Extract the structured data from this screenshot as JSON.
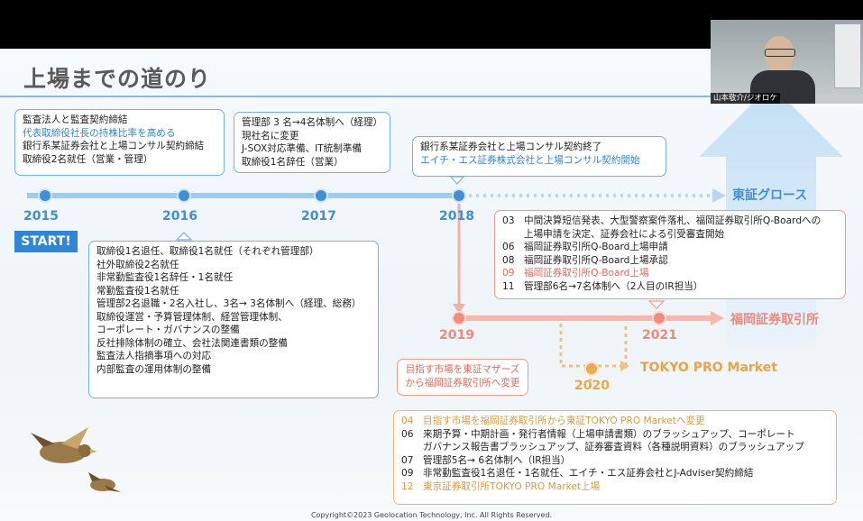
{
  "title": "上場までの道のり",
  "webcam": {
    "name_label": "山本敬介/ジオロケ"
  },
  "footer": "Copyright©2023 Geolocation Technology, Inc. All Rights Reserved.",
  "start_label": "START!",
  "years": [
    "2015",
    "2016",
    "2017",
    "2018",
    "2019",
    "2021",
    "2020"
  ],
  "destinations": {
    "tse_growth": "東証グロース",
    "fukuoka": "福岡証券取引所",
    "tokyo_pro": "TOKYO PRO Market"
  },
  "box_2015": [
    "監査法人と監査契約締結",
    "代表取締役社長の持株比率を高める",
    "銀行系某証券会社と上場コンサル契約締結",
    "取締役2名就任（営業・管理）"
  ],
  "box_2017": [
    "管理部 3 名→4名体制へ（経理）",
    "現社名に変更",
    "J-SOX対応準備、IT統制準備",
    "取締役1名辞任（営業）"
  ],
  "box_2018": [
    "銀行系某証券会社と上場コンサル契約終了",
    "エイチ・エス証券株式会社と上場コンサル契約開始"
  ],
  "box_2016": [
    "取締役1名退任、取締役1名就任（それぞれ管理部）",
    "社外取締役2名就任",
    "非常勤監査役1名辞任・1名就任",
    "常勤監査役1名就任",
    "管理部2名退職・2名入社し、3名→ 3名体制へ（経理、総務）",
    "取締役運営・予算管理体制、経営管理体制、",
    "コーポレート・ガバナンスの整備",
    "反社排除体制の確立、会社法関連書類の整備",
    "監査法人指摘事項への対応",
    "内部監査の運用体制の整備"
  ],
  "box_2021": [
    {
      "num": "03",
      "text": "中間決算短信発表、大型警察案件落札、福岡証券取引所Q-Boardへの"
    },
    {
      "num": "",
      "text": "上場申請を決定、証券会社による引受審査開始"
    },
    {
      "num": "06",
      "text": "福岡証券取引所Q-Board上場申請"
    },
    {
      "num": "08",
      "text": "福岡証券取引所Q-Board上場承認"
    },
    {
      "num": "09",
      "text": "福岡証券取引所Q-Board上場"
    },
    {
      "num": "11",
      "text": "管理部6名→7名体制へ（2人目のIR担当）"
    }
  ],
  "box_2019": [
    "目指す市場を東証マザーズ",
    "から福岡証券取引所へ変更"
  ],
  "box_2020": [
    {
      "num": "04",
      "text": "目指す市場を福岡証券取引所から東証TOKYO PRO Marketへ変更"
    },
    {
      "num": "06",
      "text": "来期予算・中期計画・発行者情報（上場申請書類）のブラッシュアップ、コーポレート"
    },
    {
      "num": "",
      "text": "ガバナンス報告書ブラッシュアップ、証券審査資料（各種説明資料）のブラッシュアップ"
    },
    {
      "num": "07",
      "text": "管理部5名→ 6名体制へ（IR担当）"
    },
    {
      "num": "09",
      "text": "非常勤監査役1名退任・1名就任、エイチ・エス証券会社とJ-Adviser契約締結"
    },
    {
      "num": "12",
      "text": "東京証券取引所TOKYO PRO Market上場"
    }
  ],
  "colors": {
    "blue": "#3e8fd6",
    "red": "#ef8c7b",
    "orange": "#ecaa55",
    "title": "#5a5a5a"
  }
}
